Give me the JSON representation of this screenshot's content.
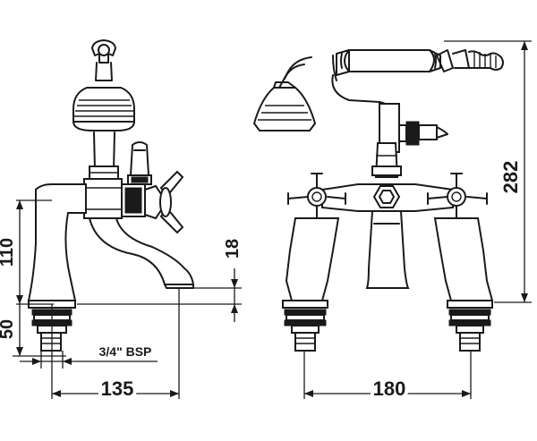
{
  "dimensions": {
    "spout_height": "110",
    "base_height": "50",
    "spout_rise": "18",
    "thread": "3/4\" BSP",
    "projection": "135",
    "centres": "180",
    "overall_height": "282"
  },
  "colors": {
    "line": "#1a1a1a",
    "background": "#ffffff"
  }
}
